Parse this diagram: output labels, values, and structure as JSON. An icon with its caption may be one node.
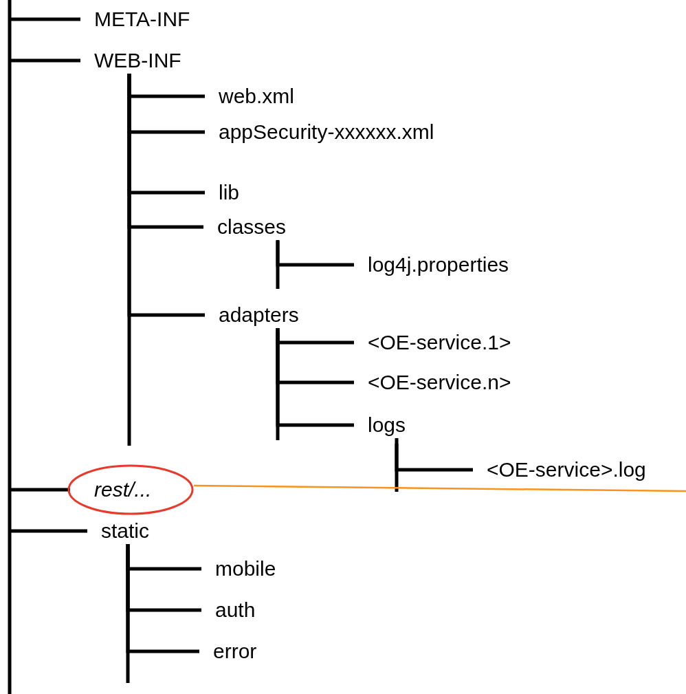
{
  "diagram": {
    "nodes": [
      {
        "text": [
          "META-INF"
        ]
      },
      {
        "text": [
          "WEB-INF"
        ]
      },
      {
        "text": [
          "web.xml"
        ]
      },
      {
        "text": [
          "appSecurity-xxxxxx.xml"
        ]
      },
      {
        "text": [
          "lib"
        ]
      },
      {
        "text": [
          "classes"
        ]
      },
      {
        "text": [
          "log4j.properties"
        ]
      },
      {
        "text": [
          "adapters"
        ]
      },
      {
        "text": [
          "<OE-service.1>"
        ]
      },
      {
        "text": [
          "<OE-service.n>"
        ]
      },
      {
        "text": [
          "logs"
        ]
      },
      {
        "text": [
          "<OE-service>.log"
        ]
      },
      {
        "text": [
          "rest/..."
        ]
      },
      {
        "text": [
          "static"
        ]
      },
      {
        "text": [
          "mobile"
        ]
      },
      {
        "text": [
          "auth"
        ]
      },
      {
        "text": [
          "error"
        ]
      }
    ],
    "edges": [
      {
        "from": null,
        "to": 0,
        "arrow": "none"
      },
      {
        "from": null,
        "to": 1,
        "arrow": "none"
      },
      {
        "from": 1,
        "to": 2,
        "arrow": "none"
      },
      {
        "from": 1,
        "to": 3,
        "arrow": "none"
      },
      {
        "from": 1,
        "to": 4,
        "arrow": "none"
      },
      {
        "from": 1,
        "to": 5,
        "arrow": "none"
      },
      {
        "from": 5,
        "to": 6,
        "arrow": "none"
      },
      {
        "from": 1,
        "to": 7,
        "arrow": "none"
      },
      {
        "from": 7,
        "to": 8,
        "arrow": "none"
      },
      {
        "from": 7,
        "to": 9,
        "arrow": "none"
      },
      {
        "from": 7,
        "to": 10,
        "arrow": "none"
      },
      {
        "from": 10,
        "to": 11,
        "arrow": "none"
      },
      {
        "from": null,
        "to": 12,
        "arrow": "none"
      },
      {
        "from": 12,
        "to": null,
        "arrow": "none",
        "color": "#f7931e"
      },
      {
        "from": null,
        "to": 13,
        "arrow": "none"
      },
      {
        "from": 13,
        "to": 14,
        "arrow": "none"
      },
      {
        "from": 13,
        "to": 15,
        "arrow": "none"
      },
      {
        "from": 13,
        "to": 16,
        "arrow": "none"
      }
    ]
  }
}
